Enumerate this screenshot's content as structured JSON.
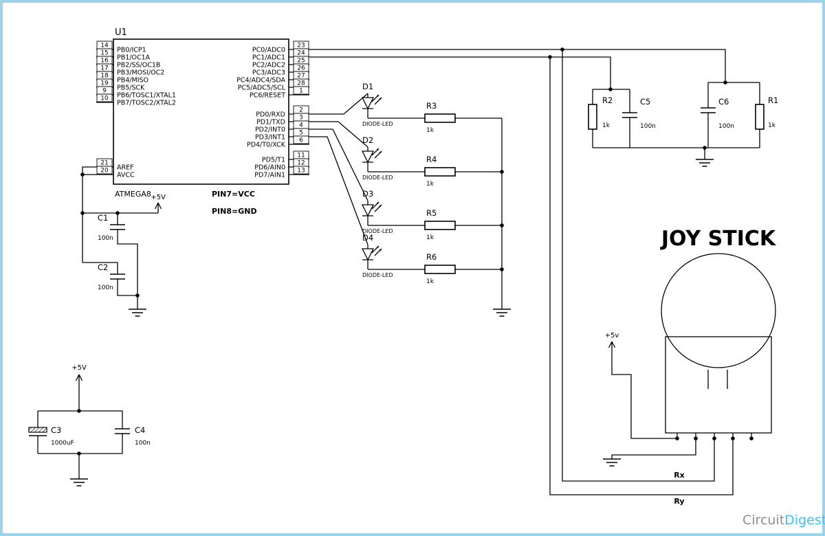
{
  "ic": {
    "ref": "U1",
    "name": "ATMEGA8",
    "vcc_note": "PIN7=VCC",
    "gnd_note": "PIN8=GND",
    "left_pins": [
      {
        "num": "14",
        "label": "PB0/ICP1"
      },
      {
        "num": "15",
        "label": "PB1/OC1A"
      },
      {
        "num": "16",
        "label": "PB2/SS/OC1B"
      },
      {
        "num": "17",
        "label": "PB3/MOSI/OC2"
      },
      {
        "num": "18",
        "label": "PB4/MISO"
      },
      {
        "num": "19",
        "label": "PB5/SCK"
      },
      {
        "num": "9",
        "label": "PB6/TOSC1/XTAL1"
      },
      {
        "num": "10",
        "label": "PB7/TOSC2/XTAL2"
      },
      {
        "num": "21",
        "label": "AREF"
      },
      {
        "num": "20",
        "label": "AVCC"
      }
    ],
    "right_pins": [
      {
        "num": "23",
        "label": "PC0/ADC0"
      },
      {
        "num": "24",
        "label": "PC1/ADC1"
      },
      {
        "num": "25",
        "label": "PC2/ADC2"
      },
      {
        "num": "26",
        "label": "PC3/ADC3"
      },
      {
        "num": "27",
        "label": "PC4/ADC4/SDA"
      },
      {
        "num": "28",
        "label": "PC5/ADC5/SCL"
      },
      {
        "num": "1",
        "label": "PC6/RESET"
      },
      {
        "num": "2",
        "label": "PD0/RXD"
      },
      {
        "num": "3",
        "label": "PD1/TXD"
      },
      {
        "num": "4",
        "label": "PD2/INT0"
      },
      {
        "num": "5",
        "label": "PD3/INT1"
      },
      {
        "num": "6",
        "label": "PD4/T0/XCK"
      },
      {
        "num": "11",
        "label": "PD5/T1"
      },
      {
        "num": "12",
        "label": "PD6/AIN0"
      },
      {
        "num": "13",
        "label": "PD7/AIN1"
      }
    ]
  },
  "leds": [
    {
      "ref": "D1",
      "type": "DIODE-LED"
    },
    {
      "ref": "D2",
      "type": "DIODE-LED"
    },
    {
      "ref": "D3",
      "type": "DIODE-LED"
    },
    {
      "ref": "D4",
      "type": "DIODE-LED"
    }
  ],
  "resistors": {
    "r3": {
      "ref": "R3",
      "value": "1k"
    },
    "r4": {
      "ref": "R4",
      "value": "1k"
    },
    "r5": {
      "ref": "R5",
      "value": "1k"
    },
    "r6": {
      "ref": "R6",
      "value": "1k"
    },
    "r2": {
      "ref": "R2",
      "value": "1k"
    },
    "r1": {
      "ref": "R1",
      "value": "1k"
    }
  },
  "capacitors": {
    "c1": {
      "ref": "C1",
      "value": "100n"
    },
    "c2": {
      "ref": "C2",
      "value": "100n"
    },
    "c3": {
      "ref": "C3",
      "value": "1000uF"
    },
    "c4": {
      "ref": "C4",
      "value": "100n"
    },
    "c5": {
      "ref": "C5",
      "value": "100n"
    },
    "c6": {
      "ref": "C6",
      "value": "100n"
    }
  },
  "power": {
    "vcc": "+5V",
    "vcc_joystick": "+5v"
  },
  "joystick": {
    "title": "JOY STICK",
    "rx_label": "Rx",
    "ry_label": "Ry"
  },
  "logo": {
    "part1": "Circuit",
    "part2": "Digest"
  },
  "colors": {
    "border": "#9dd3e8",
    "wire": "#000000",
    "logo_gray": "#8e8e8e",
    "logo_blue": "#3fc1f2",
    "background": "#ffffff"
  }
}
